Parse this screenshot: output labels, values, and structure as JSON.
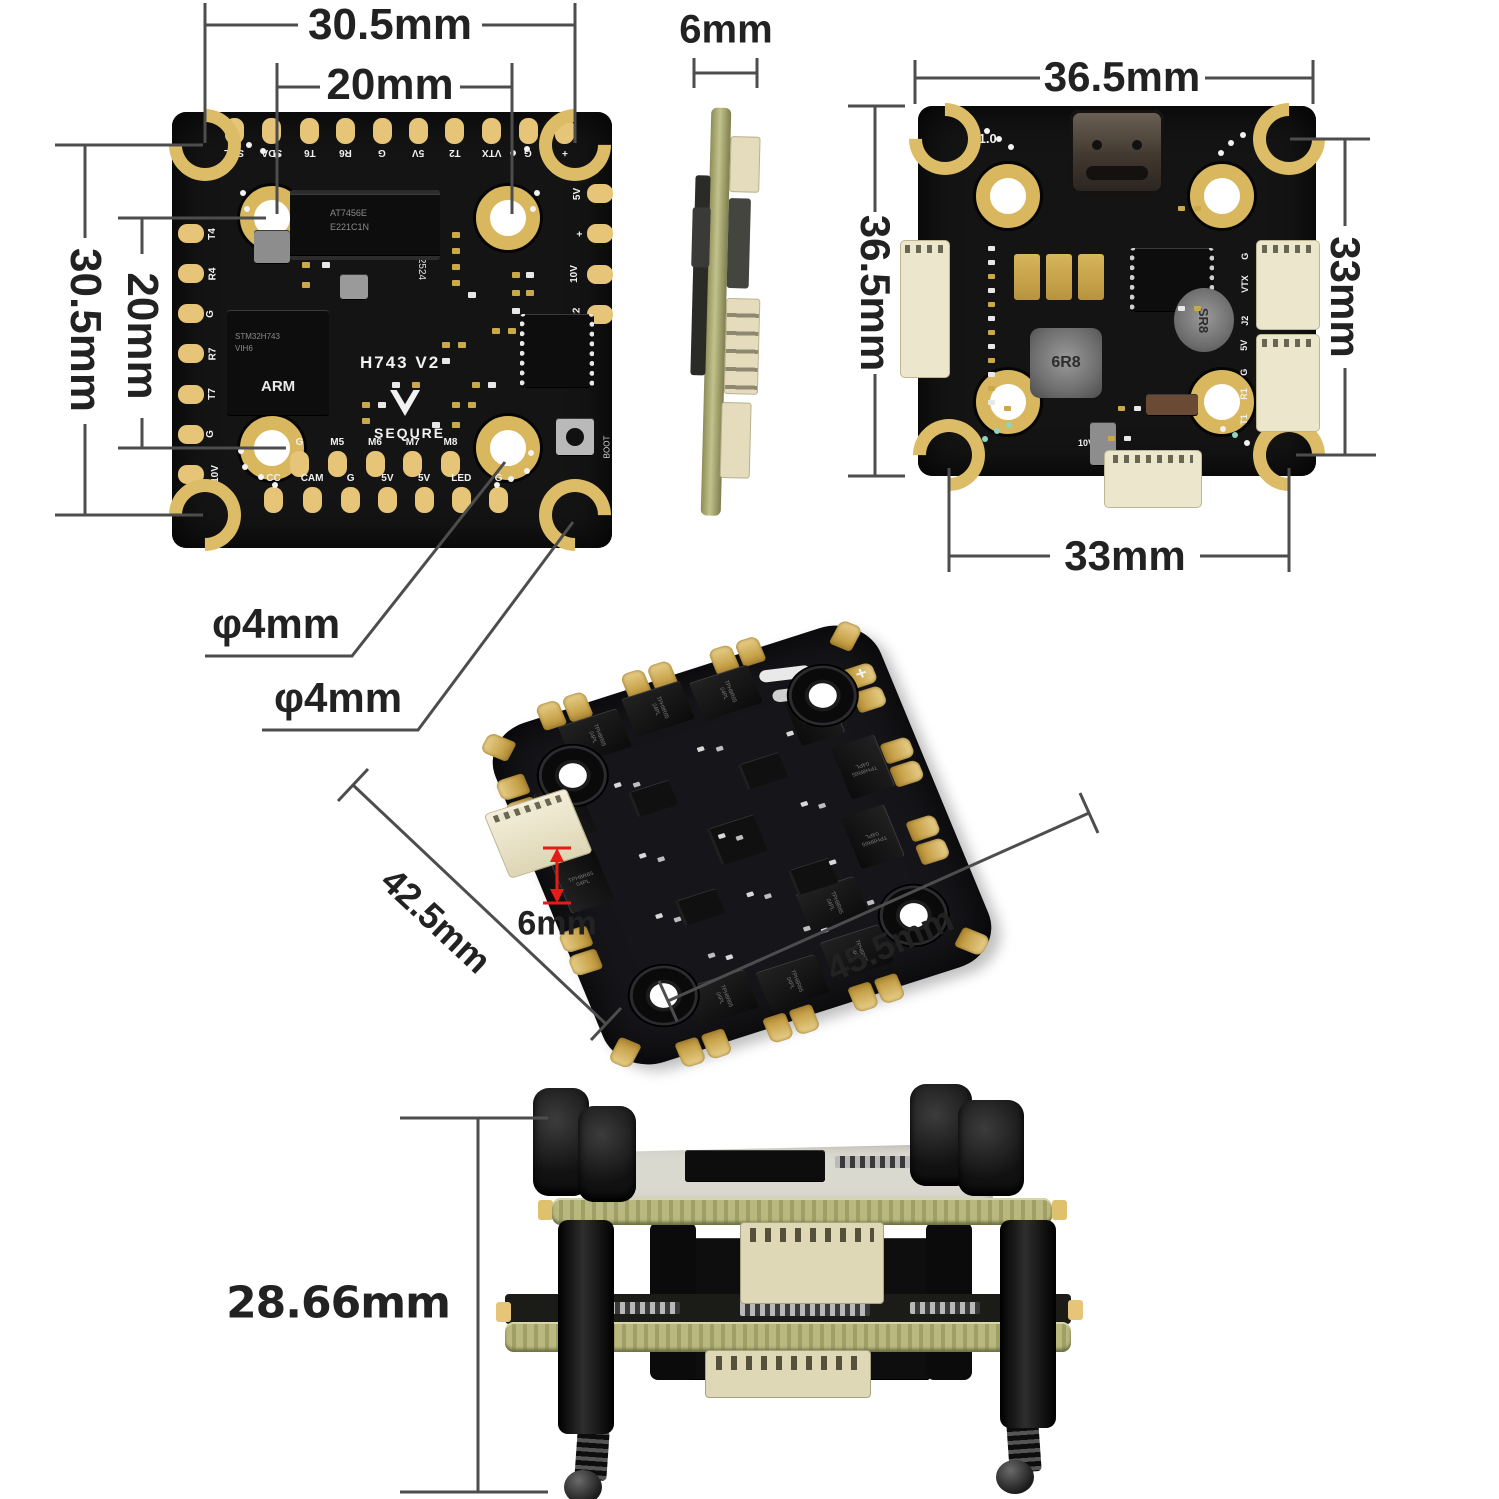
{
  "dimensions": {
    "fc_pattern_width": "30.5mm",
    "fc_inner_pattern_width": "20mm",
    "fc_pattern_height": "30.5mm",
    "fc_inner_pattern_height": "20mm",
    "fc_hole_upper": "φ4mm",
    "fc_hole_lower": "φ4mm",
    "side_thickness": "6mm",
    "vtx_width": "36.5mm",
    "vtx_height": "36.5mm",
    "vtx_hole_height": "33mm",
    "vtx_hole_width": "33mm",
    "esc_width": "42.5mm",
    "esc_connector_height": "6mm",
    "esc_length": "45.5mm",
    "stack_height": "28.66mm"
  },
  "fc_board": {
    "top_pins": [
      "SCL",
      "SDA",
      "T6",
      "R6",
      "G",
      "5V",
      "T2",
      "VTX",
      "G",
      "+"
    ],
    "left_pins": [
      "T4",
      "R4",
      "G",
      "R7",
      "T7",
      "G",
      "10V"
    ],
    "right_pins": [
      "5V",
      "+",
      "10V",
      "R2"
    ],
    "motor_pins": [
      "G",
      "M5",
      "M6",
      "M7",
      "M8"
    ],
    "bottom_pins": [
      "CC",
      "CAM",
      "G",
      "5V",
      "5V",
      "LED",
      "G"
    ],
    "osd_chip_line1": "AT7456E",
    "osd_chip_line2": "E221C1N",
    "mcu_line1": "STM32H743",
    "mcu_line2": "VIH6",
    "mcu_line3": "ARM",
    "model": "H743 V2",
    "brand": "SEQURE",
    "date_code": "2524",
    "boot_label": "BOOT"
  },
  "vtx_board": {
    "version": "V1.0",
    "inductor_main": "6R8",
    "inductor_small": "SR8",
    "right_upper_pins": [
      "G",
      "VTX",
      "J2"
    ],
    "right_lower_pins": [
      "5V",
      "G",
      "R1",
      "T1"
    ],
    "bottom_label": "10V"
  },
  "esc_board": {
    "mosfet_label": "TPH8R65\n04PL",
    "plus_mark": "+"
  },
  "colors": {
    "gold_ring": "#DCBC66",
    "pad_gold": "#E6C478",
    "red_arrow": "#E41B17",
    "pcb_black": "#141414",
    "pcb_edge_olive": "#ADAD72",
    "dim_line": "#4D4D4D"
  }
}
